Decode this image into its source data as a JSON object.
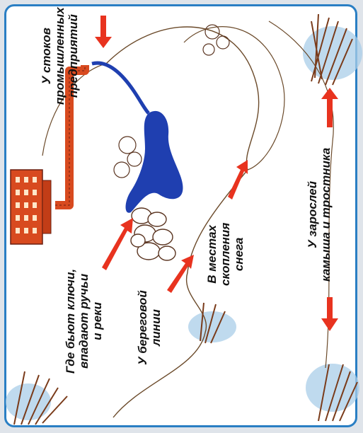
{
  "colors": {
    "frame": "#2a7fc4",
    "arrow": "#e8331f",
    "water": "#1f3fb0",
    "ice": "#a9cde8",
    "factory": "#d84a1f",
    "reeds": "#7a3b1a"
  },
  "labels": {
    "industrial": [
      "У стоков",
      "промышленных",
      "предприятий"
    ],
    "springs": [
      "Где бьют ключи,",
      "впадают ручьи",
      "и реки"
    ],
    "shore": [
      "У береговой",
      "линии"
    ],
    "snow": [
      "В местах",
      "скопления",
      "снега"
    ],
    "reeds": [
      "У зарослей",
      "камыша и тростника"
    ]
  },
  "icons": [
    "red-arrow-icon",
    "factory-icon",
    "pipe-icon",
    "reeds-icon",
    "bush-icon",
    "boulders-icon"
  ]
}
